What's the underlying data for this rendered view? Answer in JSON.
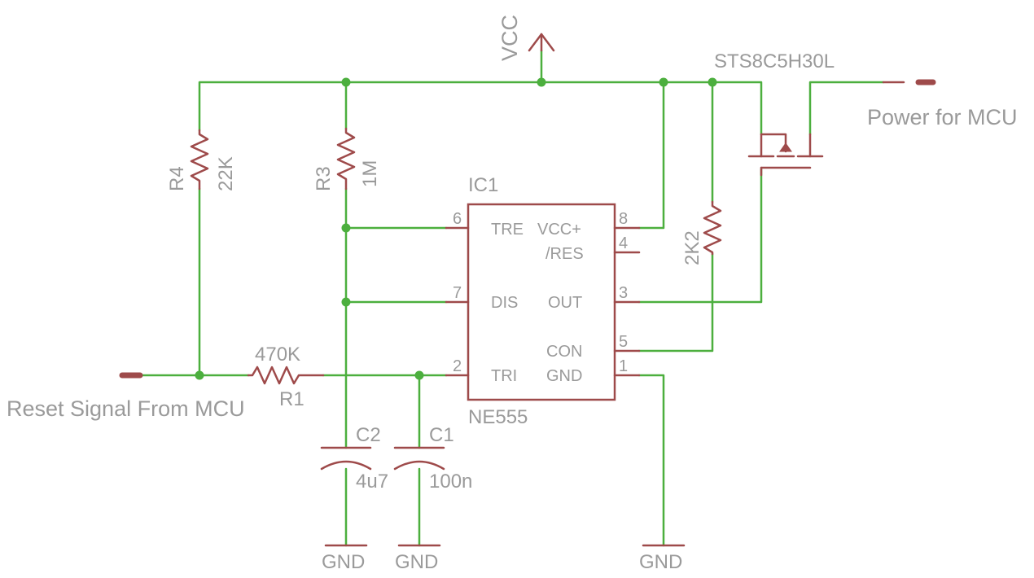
{
  "vcc": "VCC",
  "mosfet": "STS8C5H30L",
  "power_out": "Power for MCU",
  "reset_in": "Reset Signal From MCU",
  "ic": {
    "name": "IC1",
    "value": "NE555",
    "pins": {
      "tre_num": "6",
      "tre": "TRE",
      "dis_num": "7",
      "dis": "DIS",
      "tri_num": "2",
      "tri": "TRI",
      "vcc_num": "8",
      "vcc": "VCC+",
      "res_num": "4",
      "res": "/RES",
      "out_num": "3",
      "out": "OUT",
      "con_num": "5",
      "con": "CON",
      "gnd_num": "1",
      "gnd": "GND"
    }
  },
  "r4": {
    "name": "R4",
    "value": "22K"
  },
  "r3": {
    "name": "R3",
    "value": "1M"
  },
  "r1": {
    "name": "R1",
    "value": "470K"
  },
  "r_gate": {
    "value": "2K2"
  },
  "c2": {
    "name": "C2",
    "value": "4u7"
  },
  "c1": {
    "name": "C1",
    "value": "100n"
  },
  "gnd": [
    "GND",
    "GND",
    "GND"
  ],
  "colors": {
    "wire": "#4caf3e",
    "component": "#9e4a4a",
    "label": "#9a9a9a"
  }
}
